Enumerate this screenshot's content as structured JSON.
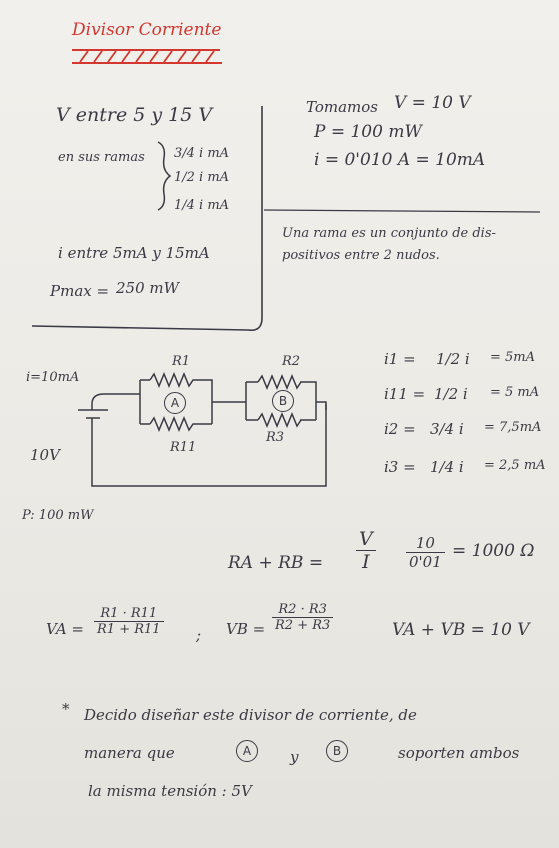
{
  "title": "Divisor Corriente",
  "left": {
    "v_range": "V entre 5 y 15 V",
    "ramas_label": "en sus ramas",
    "ramas": [
      "3/4 i mA",
      "1/2 i mA",
      "1/4 i mA"
    ],
    "i_range": "i entre 5mA y 15mA",
    "pmax_label": "Pmax =",
    "pmax_value": "250 mW"
  },
  "right": {
    "tomamos_label": "Tomamos",
    "v_value": "V = 10 V",
    "p_value": "P = 100 mW",
    "i_value": "i = 0'010 A = 10mA",
    "rama_def_1": "Una rama es un conjunto de dis-",
    "rama_def_2": "positivos entre 2 nudos."
  },
  "circuit": {
    "i_label": "i=10mA",
    "v_label": "10V",
    "p_label": "P: 100 mW",
    "r1": "R1",
    "r11": "R11",
    "r2": "R2",
    "r3": "R3",
    "node_a": "A",
    "node_b": "B"
  },
  "currents": [
    {
      "lhs": "i1 =",
      "mid": "1/2 i",
      "rhs": "= 5mA"
    },
    {
      "lhs": "i11 =",
      "mid": "1/2 i",
      "rhs": "= 5 mA"
    },
    {
      "lhs": "i2 =",
      "mid": "3/4 i",
      "rhs": "= 7,5mA"
    },
    {
      "lhs": "i3 =",
      "mid": "1/4 i",
      "rhs": "= 2,5 mA"
    }
  ],
  "equations": {
    "rab_lhs": "RA + RB =",
    "v_over_i_num": "V",
    "v_over_i_den": "I",
    "ten_num": "10",
    "ten_den": "0'01",
    "rab_result": "= 1000 Ω",
    "va_lhs": "VA =",
    "va_num": "R1 · R11",
    "va_den": "R1 + R11",
    "semicolon": ";",
    "vb_lhs": "VB =",
    "vb_num": "R2 · R3",
    "vb_den": "R2 + R3",
    "vab": "VA + VB = 10 V"
  },
  "note": {
    "star": "*",
    "line1": "Decido diseñar este divisor de corriente, de",
    "line2a": "manera que",
    "line2b": "y",
    "line2c": "soporten ambos",
    "line3": "la misma tensión : 5V",
    "a": "A",
    "b": "B"
  }
}
